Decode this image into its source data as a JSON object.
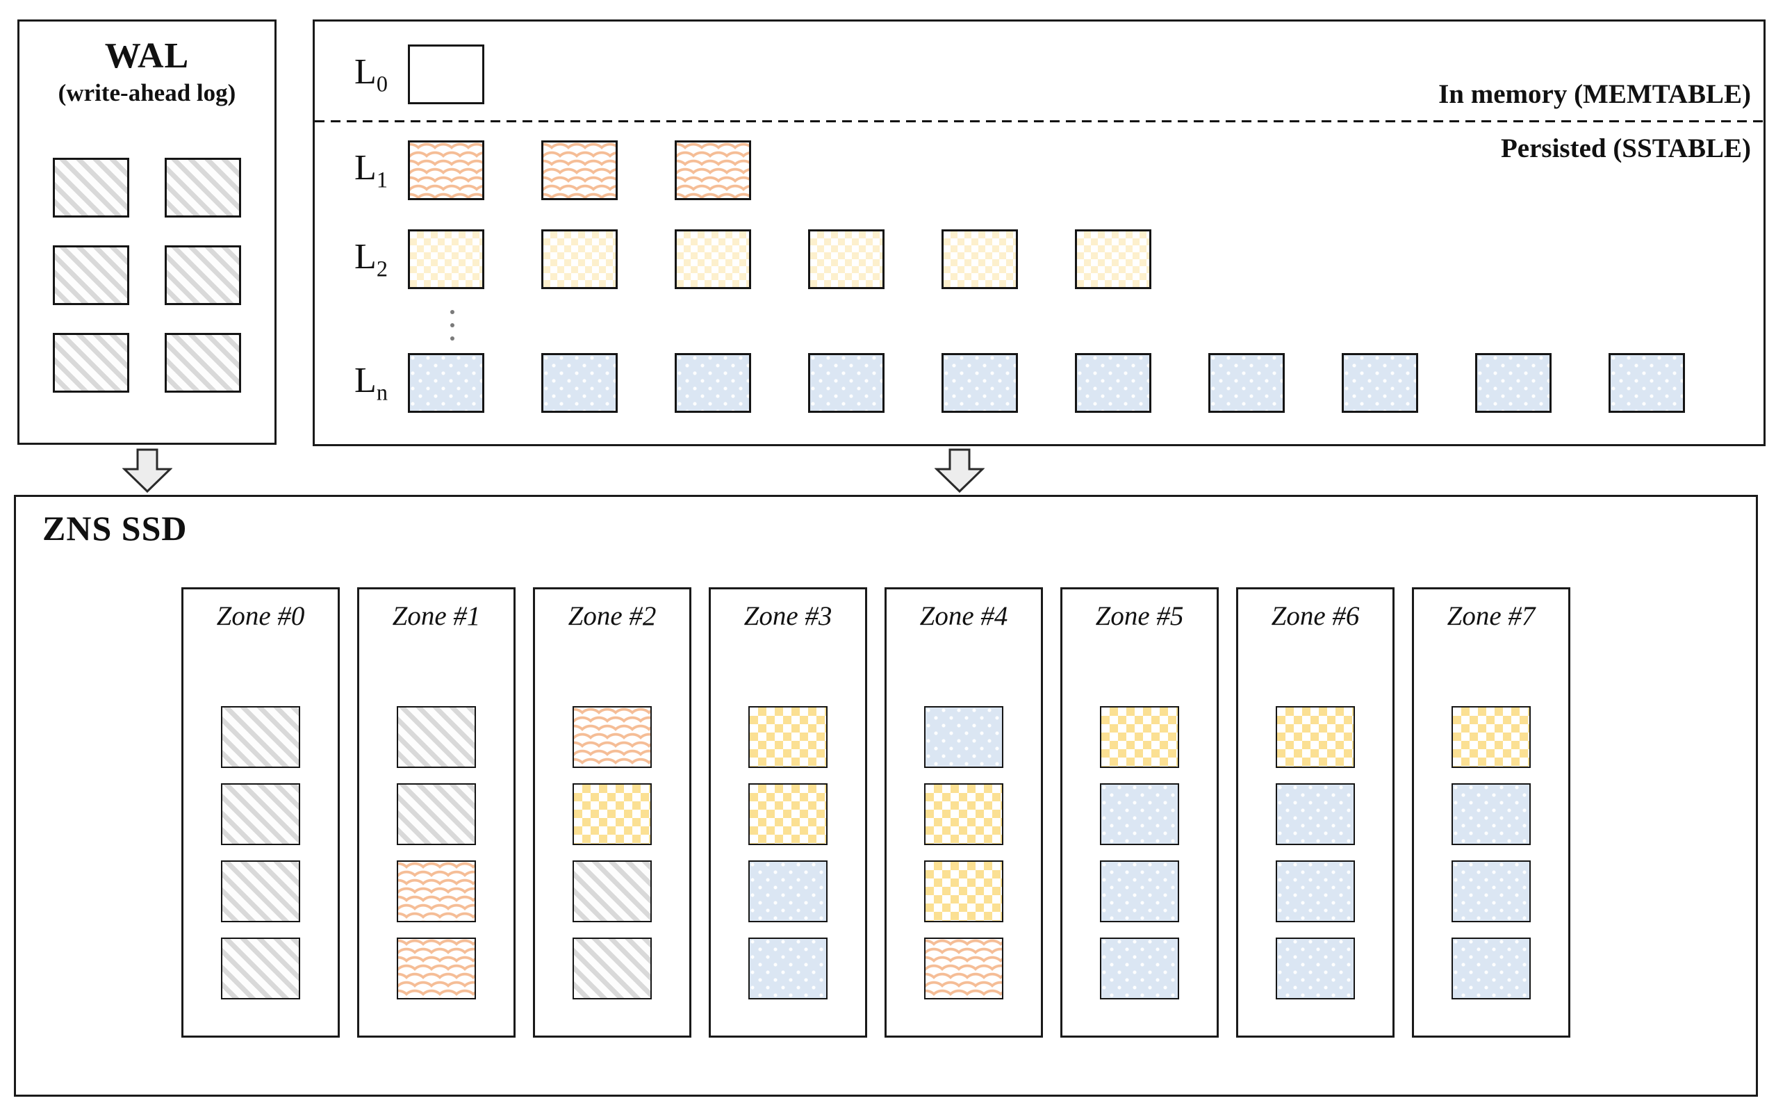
{
  "wal": {
    "title": "WAL",
    "subtitle": "(write-ahead log)",
    "block_count": 6,
    "block_pattern": "gray"
  },
  "lsm": {
    "memory_label": "In memory (MEMTABLE)",
    "persisted_label": "Persisted (SSTABLE)",
    "levels": [
      {
        "label": "L",
        "sub": "0",
        "count": 1,
        "pattern": "empty"
      },
      {
        "label": "L",
        "sub": "1",
        "count": 3,
        "pattern": "orange"
      },
      {
        "label": "L",
        "sub": "2",
        "count": 6,
        "pattern": "yellow-light"
      },
      {
        "label": "L",
        "sub": "n",
        "count": 10,
        "pattern": "blue"
      }
    ],
    "ellipsis_dots": 3
  },
  "zns": {
    "title": "ZNS SSD",
    "zones": [
      {
        "label": "Zone #0",
        "blocks": [
          "gray",
          "gray",
          "gray",
          "gray"
        ]
      },
      {
        "label": "Zone #1",
        "blocks": [
          "gray",
          "gray",
          "orange",
          "orange"
        ]
      },
      {
        "label": "Zone #2",
        "blocks": [
          "orange",
          "yellow",
          "gray",
          "gray"
        ]
      },
      {
        "label": "Zone #3",
        "blocks": [
          "yellow",
          "yellow",
          "blue",
          "blue"
        ]
      },
      {
        "label": "Zone #4",
        "blocks": [
          "blue",
          "yellow",
          "yellow",
          "orange"
        ]
      },
      {
        "label": "Zone #5",
        "blocks": [
          "yellow",
          "blue",
          "blue",
          "blue"
        ]
      },
      {
        "label": "Zone #6",
        "blocks": [
          "yellow",
          "blue",
          "blue",
          "blue"
        ]
      },
      {
        "label": "Zone #7",
        "blocks": [
          "yellow",
          "blue",
          "blue",
          "blue"
        ]
      }
    ]
  },
  "colors": {
    "border": "#1a1a1a",
    "gray_stripe": "#d9d9d9",
    "orange_scale": "#f5bd96",
    "yellow_zone": "#fbe093",
    "yellow_level": "#fdf0cd",
    "blue_fill": "#dbe6f3",
    "blue_dot": "#ffffff",
    "arrow_fill": "#ededed"
  }
}
